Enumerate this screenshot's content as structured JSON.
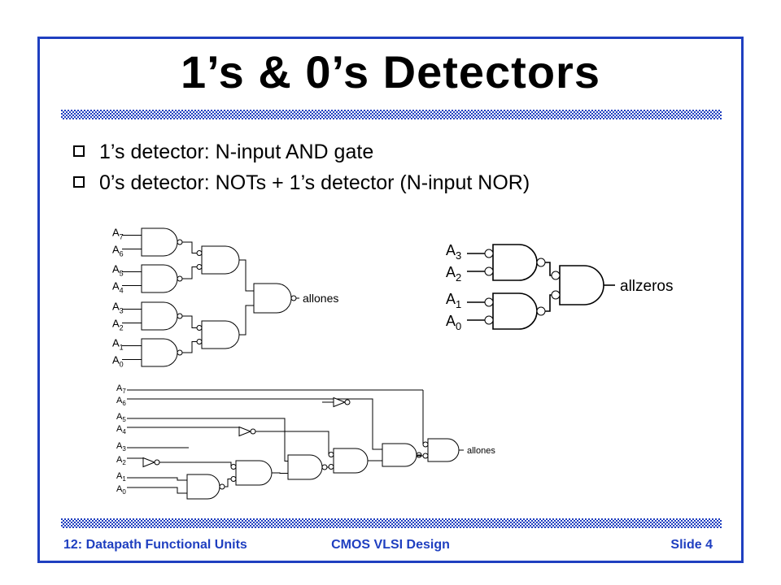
{
  "slide": {
    "title": "1’s & 0’s Detectors",
    "bullets": [
      "1’s detector: N-input AND gate",
      "0’s detector: NOTs + 1’s detector (N-input NOR)"
    ],
    "footer": {
      "left": "12: Datapath Functional Units",
      "center": "CMOS VLSI Design",
      "right": "Slide 4"
    },
    "colors": {
      "accent": "#1f3fc0",
      "text": "#000000"
    }
  },
  "diagrams": {
    "tree_and": {
      "inputs": [
        "7",
        "6",
        "5",
        "4",
        "3",
        "2",
        "1",
        "0"
      ],
      "input_letter": "A",
      "output": "allones"
    },
    "zeros": {
      "inputs": [
        "3",
        "2",
        "1",
        "0"
      ],
      "input_letter": "A",
      "output": "allzeros"
    },
    "chain_and": {
      "inputs": [
        "7",
        "6",
        "5",
        "4",
        "3",
        "2",
        "1",
        "0"
      ],
      "input_letter": "A",
      "output": "allones"
    }
  }
}
